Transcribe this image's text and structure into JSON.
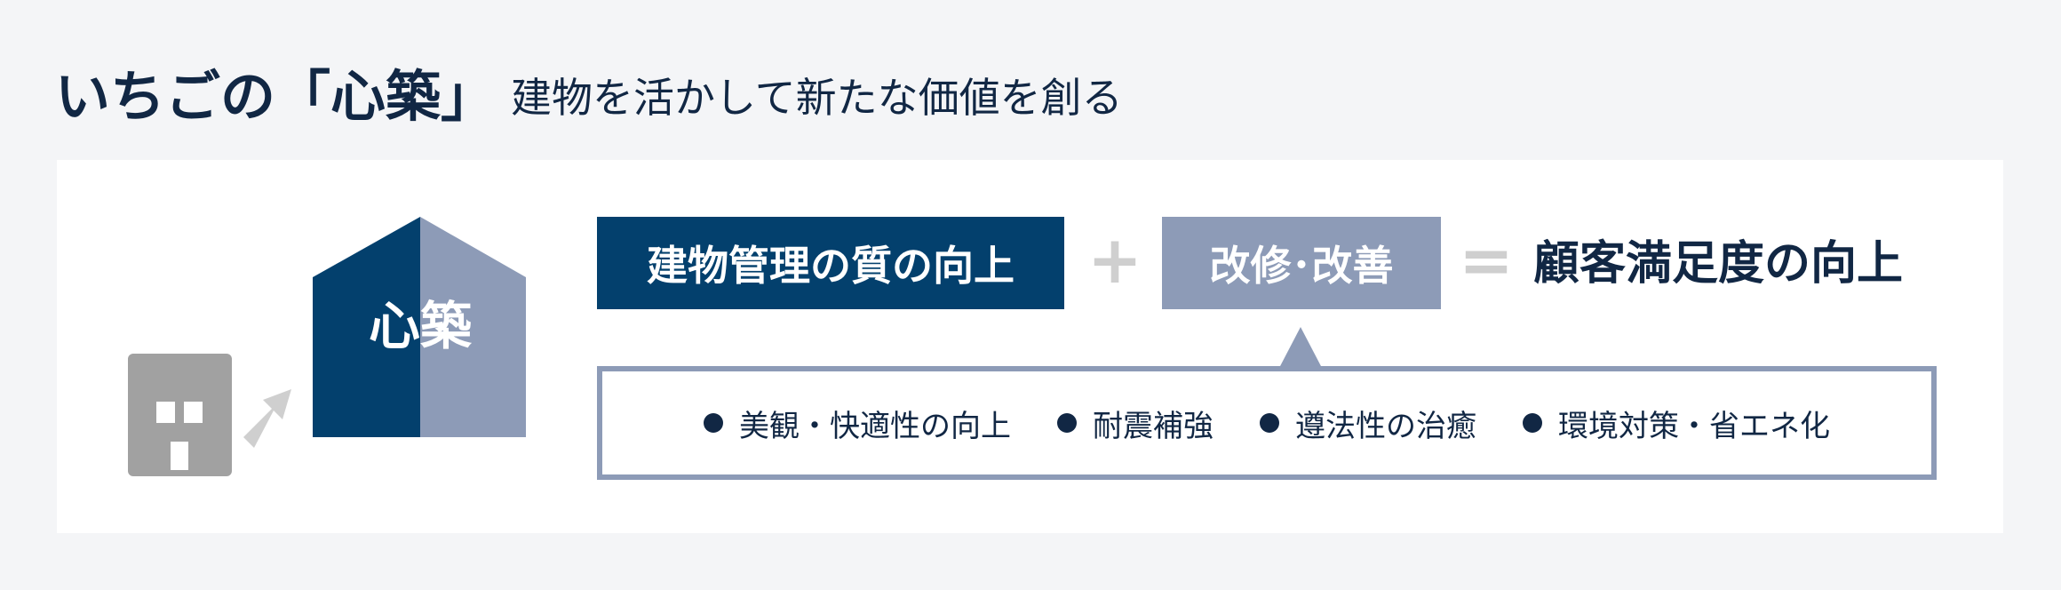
{
  "header": {
    "title": "いちごの「心築」",
    "subtitle": "建物を活かして新たな価値を創る"
  },
  "illustration": {
    "house_label": "心築",
    "colors": {
      "old_building": "#a1a1a1",
      "arrow": "#cfcfcf",
      "house_left": "#03406d",
      "house_right": "#8d9bb7"
    }
  },
  "formula": {
    "term1": "建物管理の質の向上",
    "plus": "+",
    "term2": "改修･改善",
    "equals": "=",
    "result": "顧客満足度の向上"
  },
  "details": {
    "items": [
      "美観・快適性の向上",
      "耐震補強",
      "遵法性の治癒",
      "環境対策・省エネ化"
    ]
  },
  "colors": {
    "navy": "#03406d",
    "slate": "#8d9bb7",
    "text": "#112744",
    "operator": "#cfcfcf",
    "background": "#f4f5f7"
  }
}
